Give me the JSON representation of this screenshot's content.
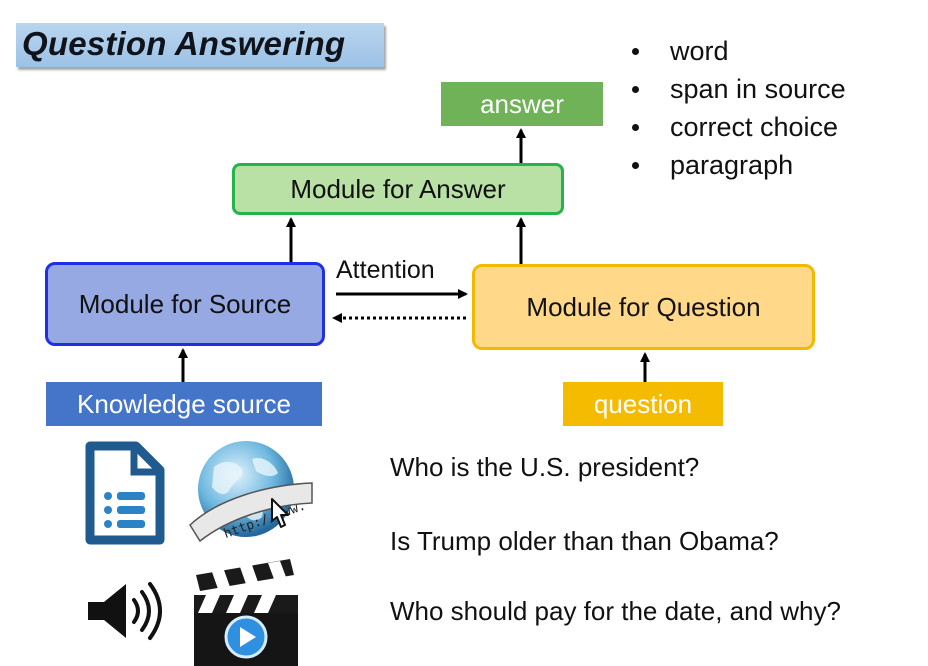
{
  "title": "Question Answering",
  "answer_types": [
    "word",
    "span in source",
    "correct choice",
    "paragraph"
  ],
  "nodes": {
    "answer": "answer",
    "module_answer": "Module for Answer",
    "module_source": "Module for Source",
    "module_question": "Module for Question",
    "knowledge_source": "Knowledge source",
    "question": "question"
  },
  "edge_label": "Attention",
  "url_text": "http://www.",
  "example_questions": [
    "Who is the U.S. president?",
    "Is Trump older than than Obama?",
    "Who should pay for the date, and why?"
  ],
  "colors": {
    "answer": "#6fb257",
    "module_answer_border": "#26b34b",
    "module_source_border": "#1f2fe6",
    "module_question_border": "#f5b800",
    "knowledge_source": "#4475c8",
    "question": "#f5bb00"
  },
  "icons": [
    "document-icon",
    "globe-web-icon",
    "speaker-icon",
    "video-clapper-icon"
  ]
}
